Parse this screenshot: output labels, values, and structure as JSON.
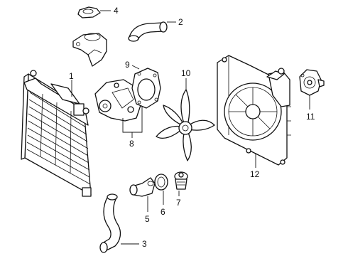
{
  "callouts": [
    "1",
    "2",
    "3",
    "4",
    "5",
    "6",
    "7",
    "8",
    "9",
    "10",
    "11",
    "12"
  ],
  "colors": {
    "line": "#111111",
    "background": "#ffffff"
  }
}
